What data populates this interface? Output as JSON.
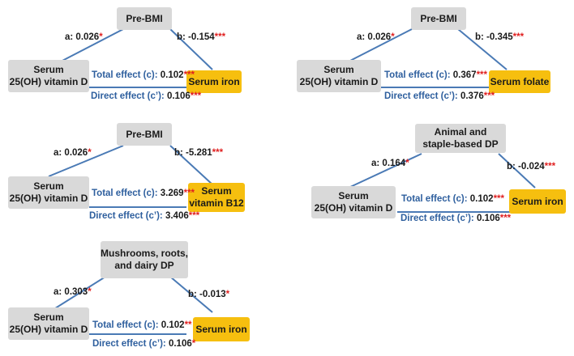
{
  "panels": [
    {
      "mediator": [
        "Pre-BMI"
      ],
      "exposure": [
        "Serum",
        "25(OH) vitamin D"
      ],
      "outcome": [
        "Serum iron"
      ],
      "a": {
        "text": "a: 0.026",
        "star": "*"
      },
      "b": {
        "text": "b: -0.154",
        "star": "***"
      },
      "total": {
        "label": "Total effect (c):",
        "value": "0.102",
        "star": "***"
      },
      "direct": {
        "label": "Direct effect (c’):",
        "value": "0.106",
        "star": "***"
      }
    },
    {
      "mediator": [
        "Pre-BMI"
      ],
      "exposure": [
        "Serum",
        "25(OH) vitamin D"
      ],
      "outcome": [
        "Serum folate"
      ],
      "a": {
        "text": "a: 0.026",
        "star": "*"
      },
      "b": {
        "text": "b: -0.345",
        "star": "***"
      },
      "total": {
        "label": "Total effect (c):",
        "value": "0.367",
        "star": "***"
      },
      "direct": {
        "label": "Direct effect (c’):",
        "value": "0.376",
        "star": "***"
      }
    },
    {
      "mediator": [
        "Pre-BMI"
      ],
      "exposure": [
        "Serum",
        "25(OH) vitamin D"
      ],
      "outcome": [
        "Serum",
        "vitamin B12"
      ],
      "a": {
        "text": "a: 0.026",
        "star": "*"
      },
      "b": {
        "text": "b: -5.281",
        "star": "***"
      },
      "total": {
        "label": "Total effect (c):",
        "value": "3.269",
        "star": "***"
      },
      "direct": {
        "label": "Direct effect (c’):",
        "value": "3.406",
        "star": "***"
      }
    },
    {
      "mediator": [
        "Animal and",
        "staple-based DP"
      ],
      "exposure": [
        "Serum",
        "25(OH) vitamin D"
      ],
      "outcome": [
        "Serum iron"
      ],
      "a": {
        "text": "a: 0.164",
        "star": "*"
      },
      "b": {
        "text": "b: -0.024",
        "star": "***"
      },
      "total": {
        "label": "Total effect (c):",
        "value": "0.102",
        "star": "***"
      },
      "direct": {
        "label": "Direct effect (c’):",
        "value": "0.106",
        "star": "***"
      }
    },
    {
      "mediator": [
        "Mushrooms, roots,",
        "and dairy DP"
      ],
      "exposure": [
        "Serum",
        "25(OH) vitamin D"
      ],
      "outcome": [
        "Serum iron"
      ],
      "a": {
        "text": "a: 0.303",
        "star": "*"
      },
      "b": {
        "text": "b: -0.013",
        "star": "*"
      },
      "total": {
        "label": "Total effect (c):",
        "value": "0.102",
        "star": "**"
      },
      "direct": {
        "label": "Direct effect (c’):",
        "value": "0.106",
        "star": "*"
      }
    }
  ],
  "colors": {
    "box_gray": "#d9d9d9",
    "box_gold": "#f6bf0f",
    "path_line": "#4a7ab5",
    "effect_label": "#2e5f9e",
    "significance": "#e02020"
  }
}
